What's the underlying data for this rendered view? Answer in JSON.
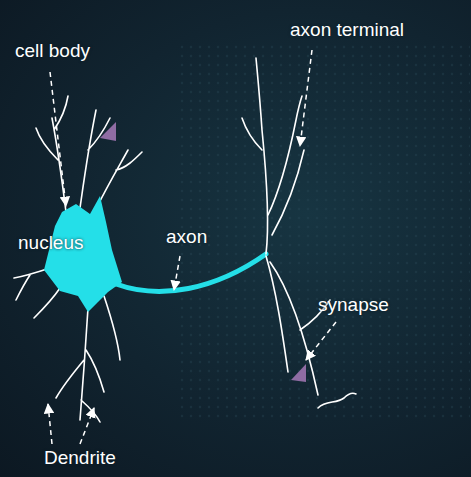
{
  "diagram": {
    "labels": [
      "cell body",
      "axon terminal",
      "nucleus",
      "axon",
      "synapse",
      "Dendrite"
    ]
  }
}
